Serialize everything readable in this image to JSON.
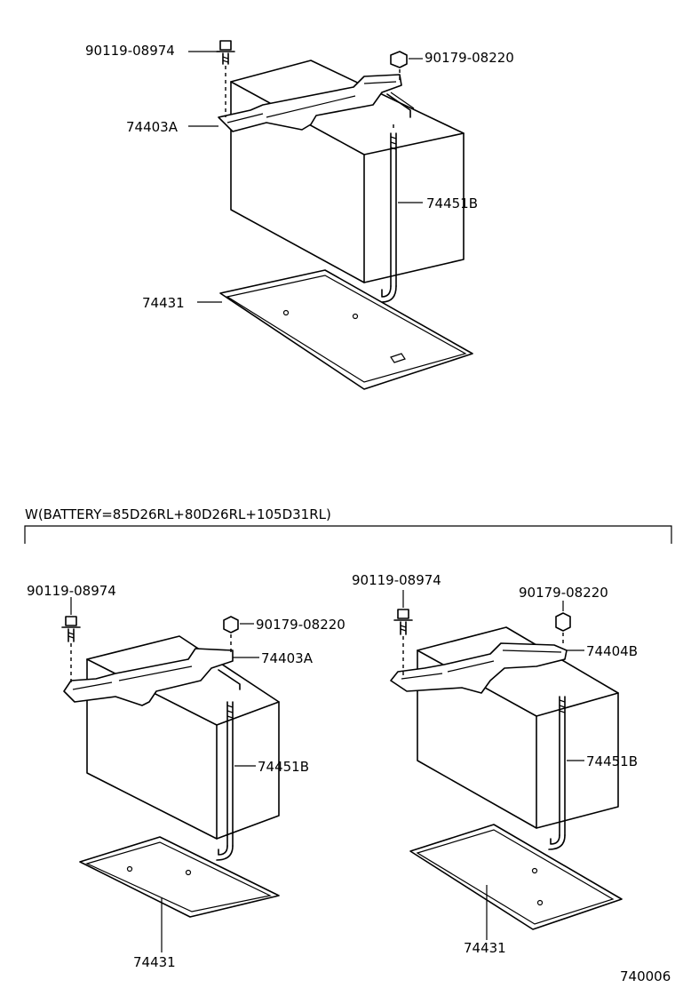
{
  "top": {
    "labels": {
      "bolt": "90119-08974",
      "nut": "90179-08220",
      "clamp": "74403A",
      "rod": "74451B",
      "tray": "74431"
    }
  },
  "condition_text": "W(BATTERY=85D26RL+80D26RL+105D31RL)",
  "bottom_left": {
    "labels": {
      "bolt": "90119-08974",
      "nut": "90179-08220",
      "clamp": "74403A",
      "rod": "74451B",
      "tray": "74431"
    }
  },
  "bottom_right": {
    "labels": {
      "bolt": "90119-08974",
      "nut": "90179-08220",
      "clamp": "74404B",
      "rod": "74451B",
      "tray": "74431"
    }
  },
  "figure_number": "740006"
}
